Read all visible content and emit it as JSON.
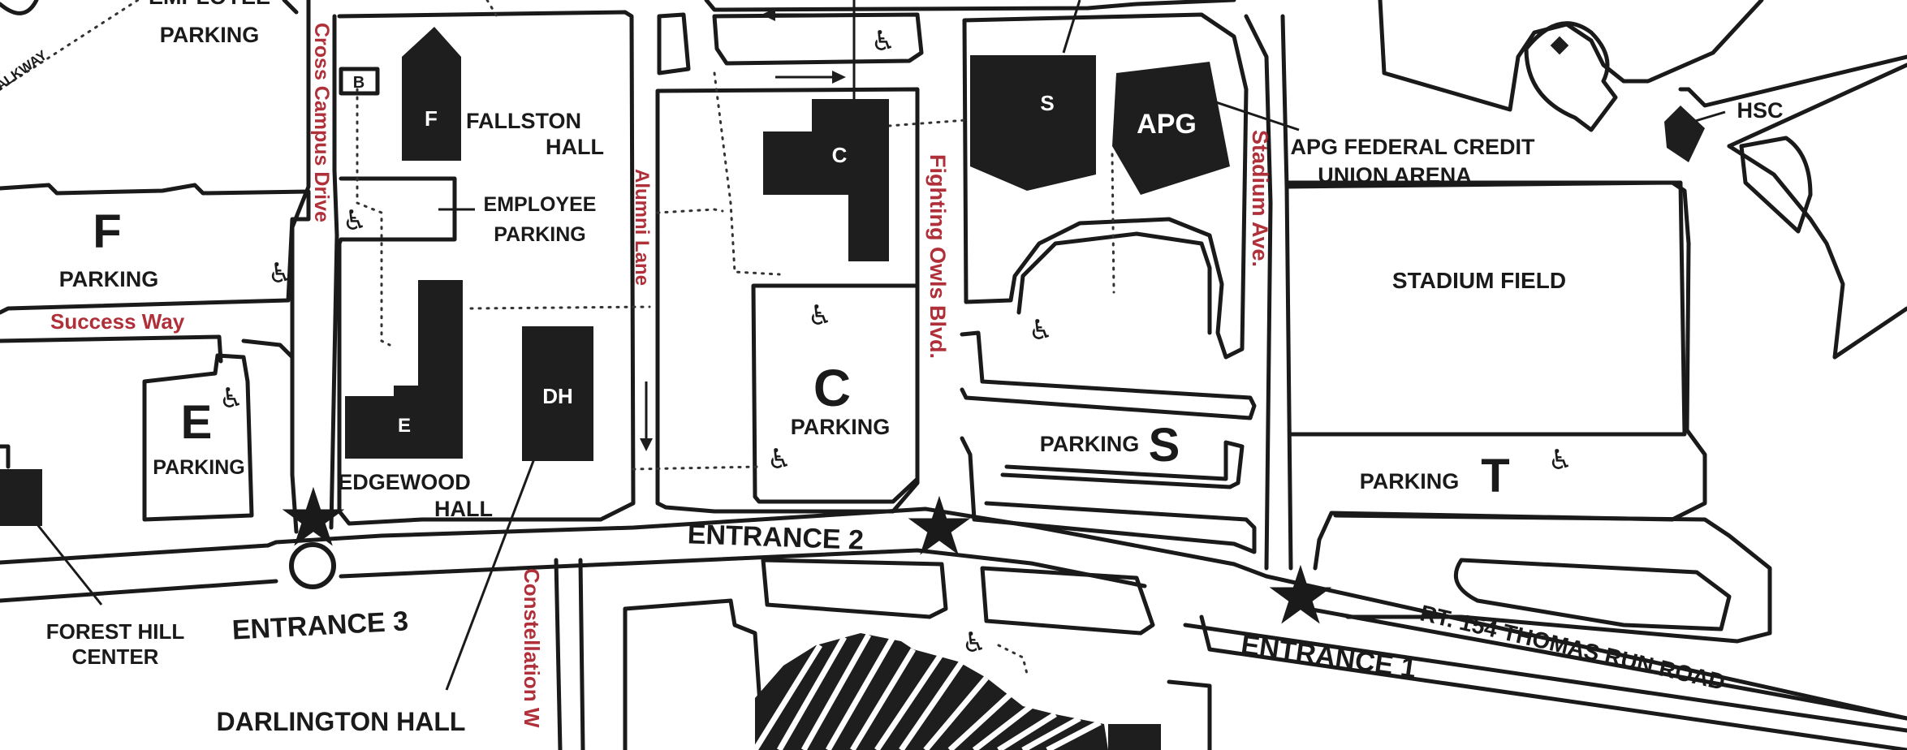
{
  "colors": {
    "ink": "#1a1a1a",
    "street_label": "#b0303a",
    "background": "#ffffff"
  },
  "icons": {
    "accessible_parking": "wheelchair-icon",
    "entrance_marker": "star-icon"
  },
  "streets": {
    "cross_campus": "Cross Campus Drive",
    "alumni": "Alumni Lane",
    "fighting_owls": "Fighting Owls Blvd.",
    "stadium": "Stadium Ave.",
    "success": "Success Way",
    "constellation": "Constellation W",
    "walkway": "ALKWAY"
  },
  "buildings": {
    "fallston": {
      "code": "F",
      "name_line1": "FALLSTON",
      "name_line2": "HALL"
    },
    "edgewood": {
      "code": "E",
      "name_line1": "EDGEWOOD",
      "name_line2": "HALL"
    },
    "darlington": {
      "code": "DH",
      "name": "DARLINGTON HALL"
    },
    "c_building": {
      "code": "C"
    },
    "s_building": {
      "code": "S"
    },
    "apg": {
      "code": "APG",
      "name_line1": "APG FEDERAL CREDIT",
      "name_line2": "UNION ARENA"
    },
    "hsc": {
      "code": "HSC"
    },
    "b_building": {
      "code": "B"
    },
    "forest_hill": {
      "name_line1": "FOREST HILL",
      "name_line2": "CENTER"
    }
  },
  "parking": {
    "employee_top_line1": "EMPLOYEE",
    "employee_top_line2": "PARKING",
    "employee_mid_line1": "EMPLOYEE",
    "employee_mid_line2": "PARKING",
    "lot_f": {
      "letter": "F",
      "label": "PARKING"
    },
    "lot_e": {
      "letter": "E",
      "label": "PARKING"
    },
    "lot_c": {
      "letter": "C",
      "label": "PARKING"
    },
    "lot_s": {
      "letter": "S",
      "label": "PARKING"
    },
    "lot_t": {
      "letter": "T",
      "label": "PARKING"
    }
  },
  "fields": {
    "stadium_field": "STADIUM FIELD"
  },
  "entrances": {
    "e1": "ENTRANCE 1",
    "e2": "ENTRANCE 2",
    "e3": "ENTRANCE 3"
  },
  "highway": "RT. 154 THOMAS RUN ROAD",
  "accessible_symbol": "♿",
  "star_symbol": "★"
}
